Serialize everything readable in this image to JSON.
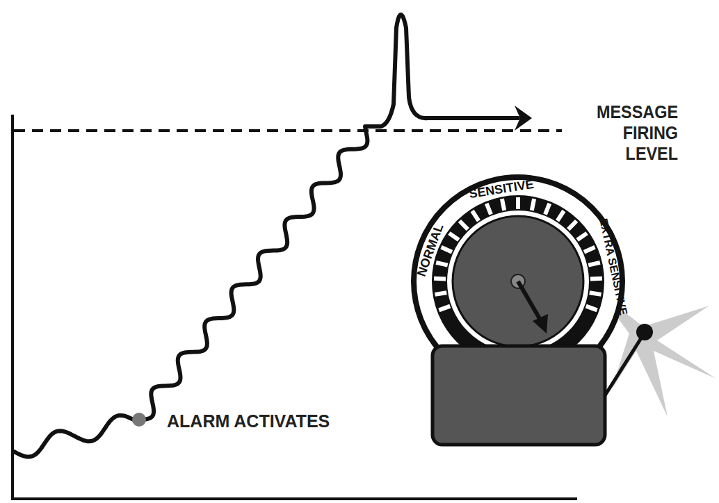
{
  "diagram": {
    "labels": [
      "MESSAGE FIRING LEVEL",
      "ALARM ACTIVATES",
      "NORMAL",
      "SENSITIVE",
      "EXTRA SENSITIVE"
    ]
  }
}
